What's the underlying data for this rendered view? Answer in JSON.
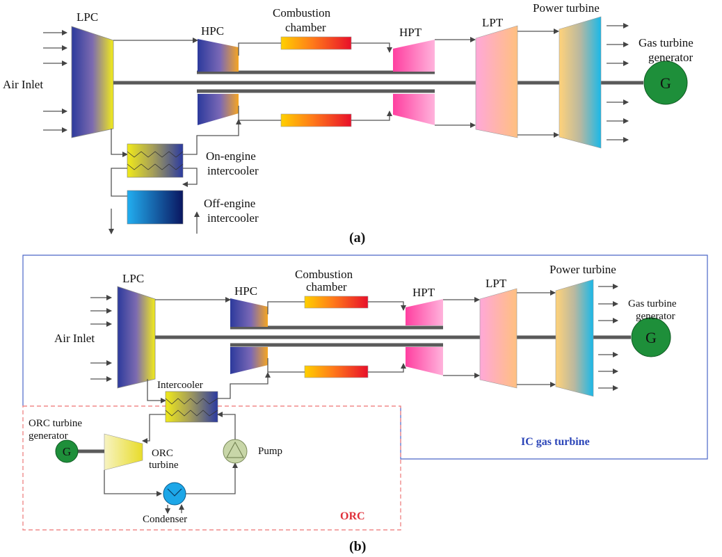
{
  "diagram_a": {
    "caption": "(a)",
    "air_inlet": "Air Inlet",
    "lpc": "LPC",
    "hpc": "HPC",
    "combustion_line1": "Combustion",
    "combustion_line2": "chamber",
    "hpt": "HPT",
    "lpt": "LPT",
    "power_turbine": "Power turbine",
    "generator_line1": "Gas turbine",
    "generator_line2": "generator",
    "generator_symbol": "G",
    "on_engine_line1": "On-engine",
    "on_engine_line2": "intercooler",
    "off_engine_line1": "Off-engine",
    "off_engine_line2": "intercooler"
  },
  "diagram_b": {
    "caption": "(b)",
    "air_inlet": "Air Inlet",
    "lpc": "LPC",
    "hpc": "HPC",
    "combustion_line1": "Combustion",
    "combustion_line2": "chamber",
    "hpt": "HPT",
    "lpt": "LPT",
    "power_turbine": "Power turbine",
    "generator_line1": "Gas turbine",
    "generator_line2": "generator",
    "generator_symbol": "G",
    "intercooler": "Intercooler",
    "orc_gen_line1": "ORC turbine",
    "orc_gen_line2": "generator",
    "orc_gen_symbol": "G",
    "orc_turbine_line1": "ORC",
    "orc_turbine_line2": "turbine",
    "pump": "Pump",
    "condenser": "Condenser",
    "ic_gas_turbine": "IC gas turbine",
    "orc": "ORC"
  },
  "colors": {
    "ic_box_border": "#4a66c8",
    "orc_box_border": "#f08a8a",
    "generator_fill": "#1e8f3a",
    "shaft": "#5a5a5a"
  }
}
